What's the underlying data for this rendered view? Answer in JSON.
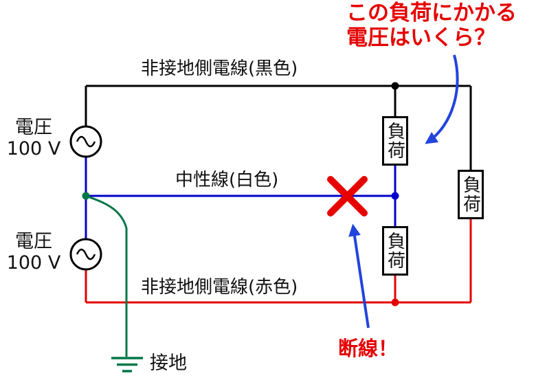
{
  "annotation": {
    "question_line1": "この負荷にかかる",
    "question_line2": "電圧はいくら？",
    "break_label": "断線！"
  },
  "wires": {
    "top": {
      "label": "非接地側電線(黒色)",
      "color": "#000000"
    },
    "neutral": {
      "label": "中性線(白色)",
      "color": "#0000cc"
    },
    "bottom": {
      "label": "非接地側電線(赤色)",
      "color": "#e60000"
    }
  },
  "sources": {
    "top": {
      "name": "電圧",
      "value": "100 V"
    },
    "bottom": {
      "name": "電圧",
      "value": "100 V"
    }
  },
  "loads": {
    "top": {
      "label": "負荷"
    },
    "bottom": {
      "label": "負荷"
    },
    "right": {
      "label": "負荷"
    }
  },
  "ground": {
    "label": "接地",
    "color": "#007748"
  },
  "colors": {
    "annotation_red": "#e60000",
    "annotation_blue": "#2244dd",
    "wire_black": "#000000",
    "wire_blue": "#0000cc",
    "wire_red": "#e60000",
    "wire_green": "#007748",
    "junction_dot_black": "#000000",
    "junction_dot_blue": "#0000cc",
    "junction_dot_red": "#e60000",
    "junction_dot_green": "#007748"
  }
}
